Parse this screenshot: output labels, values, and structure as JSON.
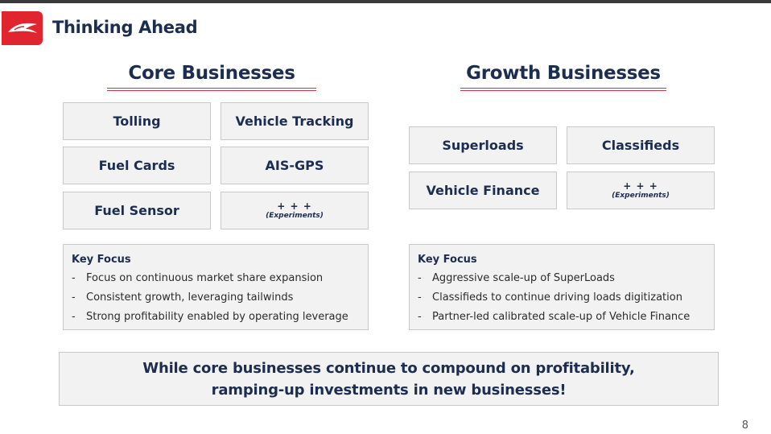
{
  "header": {
    "title": "Thinking Ahead",
    "logo_icon": "red-brand-logo",
    "accent_color": "#e0252f"
  },
  "core": {
    "heading": "Core Businesses",
    "boxes": [
      {
        "label": "Tolling"
      },
      {
        "label": "Vehicle Tracking"
      },
      {
        "label": "Fuel Cards"
      },
      {
        "label": "AIS-GPS"
      },
      {
        "label": "Fuel Sensor"
      }
    ],
    "experiments": {
      "plus": "+ + +",
      "label": "(Experiments)"
    },
    "key_focus": {
      "title": "Key Focus",
      "items": [
        "Focus on continuous market share expansion",
        "Consistent growth, leveraging tailwinds",
        "Strong profitability enabled by operating leverage"
      ]
    }
  },
  "growth": {
    "heading": "Growth Businesses",
    "boxes": [
      {
        "label": "Superloads"
      },
      {
        "label": "Classifieds"
      },
      {
        "label": "Vehicle Finance"
      }
    ],
    "experiments": {
      "plus": "+ + +",
      "label": "(Experiments)"
    },
    "key_focus": {
      "title": "Key Focus",
      "items": [
        "Aggressive scale-up of SuperLoads",
        "Classifieds to continue driving loads digitization",
        "Partner-led calibrated scale-up of Vehicle Finance"
      ]
    }
  },
  "banner": {
    "line1": "While core businesses continue to compound on profitability,",
    "line2": "ramping-up investments in new businesses!"
  },
  "page_number": "8",
  "dash": "-"
}
